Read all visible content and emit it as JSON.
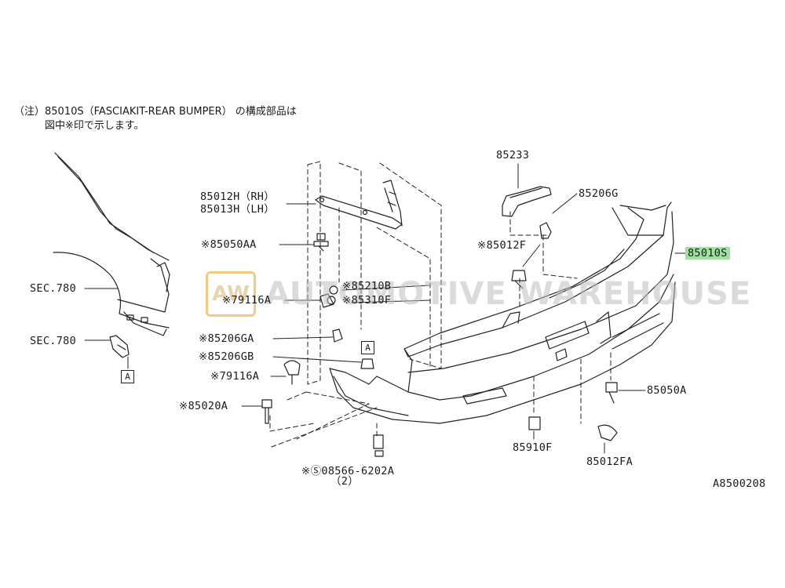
{
  "note": {
    "line1": "（注）85010S（FASCIAKIT-REAR BUMPER） の構成部品は",
    "line2": "図中※印で示します。"
  },
  "watermark": {
    "logo": "AW",
    "text": "AUTOMOTIVE WAREHOUSE"
  },
  "labels": {
    "sec780_upper": "SEC.780",
    "sec780_lower": "SEC.780",
    "p85012h": "85012H（RH）",
    "p85013h": "85013H（LH）",
    "p85050aa": "※85050AA",
    "p85210b": "※85210B",
    "p79116a_upper": "※79116A",
    "p85310f": "※85310F",
    "p85206ga": "※85206GA",
    "p85206gb": "※85206GB",
    "p79116a_lower": "※79116A",
    "p85020a": "※85020A",
    "p08566": "※Ⓢ08566-6202A",
    "p08566_qty": "（2）",
    "p85233": "85233",
    "p85206g": "85206G",
    "p85012f": "※85012F",
    "p85010s": "85010S",
    "p85050a": "85050A",
    "p85910f": "85910F",
    "p85012fa": "85012FA",
    "diagram_id": "A8500208",
    "marker_a_upper": "A",
    "marker_a_lower": "A",
    "marker_a_left": "A"
  },
  "colors": {
    "highlight": "#9de39d",
    "line": "#222222",
    "watermark_border": "#f3c98a"
  }
}
